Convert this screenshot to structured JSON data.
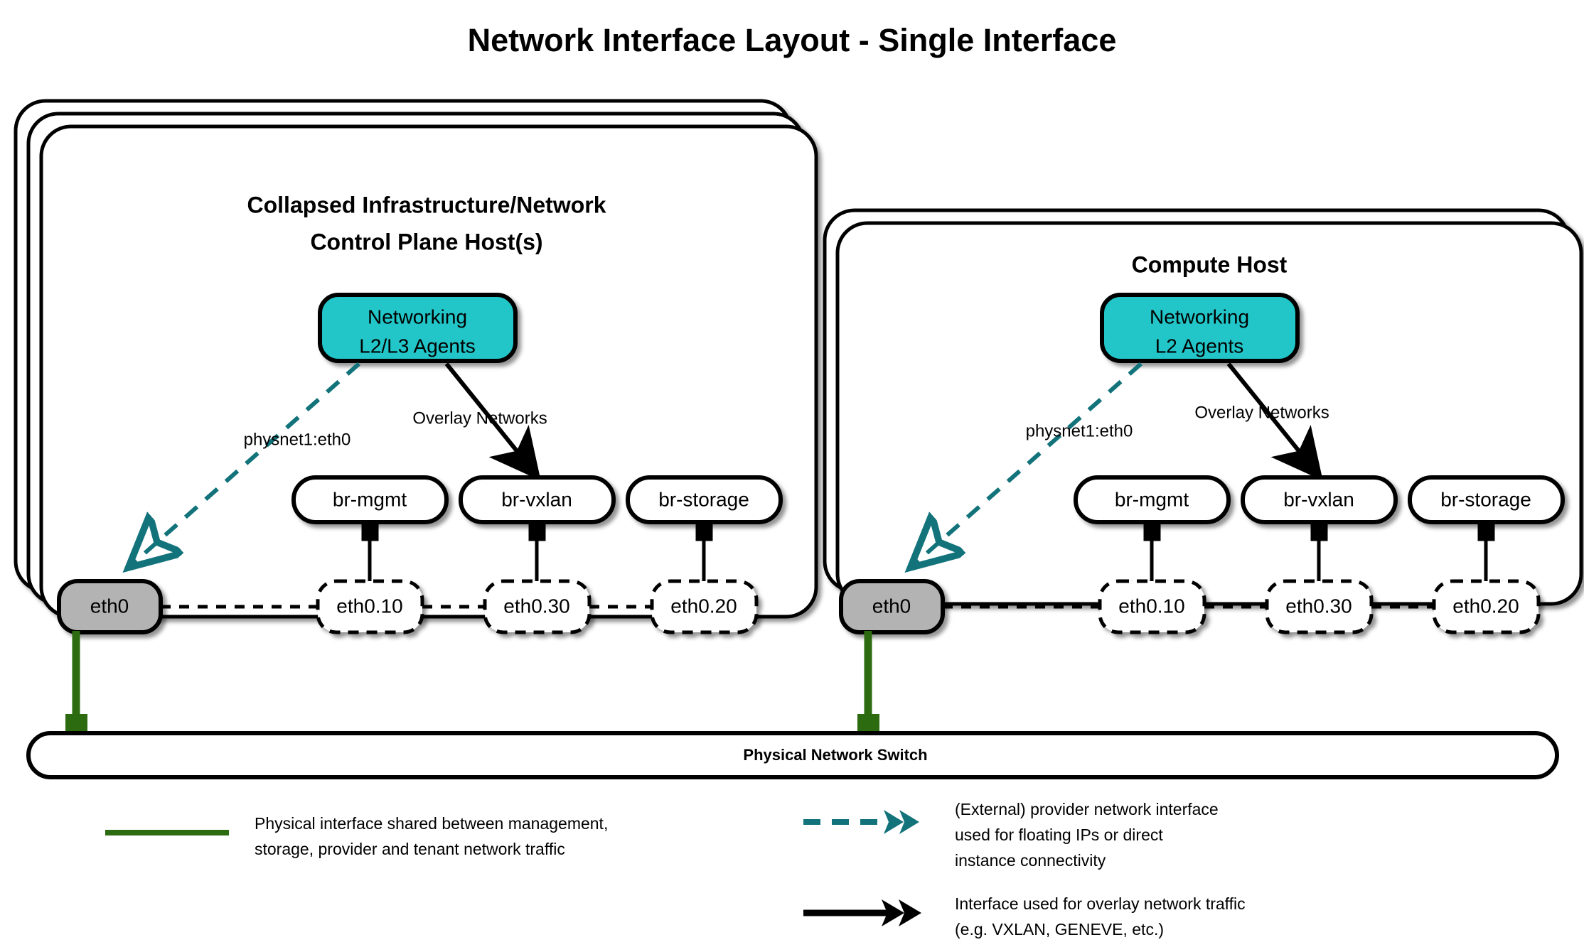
{
  "title": "Network Interface Layout - Single Interface",
  "colors": {
    "agent_fill": "#22c6c8",
    "provider_line": "#13737b",
    "physical_line": "#2d6b11",
    "nic_fill": "#b3b3b3",
    "stroke": "#000000",
    "background": "#ffffff"
  },
  "hosts": [
    {
      "id": "control-plane",
      "title_line1": "Collapsed Infrastructure/Network",
      "title_line2": "Control Plane Host(s)",
      "stack_count": 3,
      "agent": {
        "line1": "Networking",
        "line2": "L2/L3 Agents"
      },
      "provider_label": "physnet1:eth0",
      "overlay_label": "Overlay Networks",
      "nic": "eth0",
      "bridges": [
        "br-mgmt",
        "br-vxlan",
        "br-storage"
      ],
      "vlans": [
        "eth0.10",
        "eth0.30",
        "eth0.20"
      ]
    },
    {
      "id": "compute",
      "title_line1": "Compute Host",
      "title_line2": "",
      "stack_count": 2,
      "agent": {
        "line1": "Networking",
        "line2": "L2 Agents"
      },
      "provider_label": "physnet1:eth0",
      "overlay_label": "Overlay Networks",
      "nic": "eth0",
      "bridges": [
        "br-mgmt",
        "br-vxlan",
        "br-storage"
      ],
      "vlans": [
        "eth0.10",
        "eth0.30",
        "eth0.20"
      ]
    }
  ],
  "switch": {
    "label": "Physical Network Switch"
  },
  "legend": [
    {
      "id": "physical-interface",
      "swatch": "solid-green-line",
      "lines": [
        "Physical interface shared between management,",
        "storage, provider and tenant network traffic"
      ]
    },
    {
      "id": "provider-interface",
      "swatch": "dashed-teal-arrow",
      "lines": [
        "(External) provider network interface",
        "used for floating IPs or direct",
        "instance connectivity"
      ]
    },
    {
      "id": "overlay-interface",
      "swatch": "solid-black-arrow",
      "lines": [
        "Interface used for overlay network traffic",
        "(e.g. VXLAN, GENEVE, etc.)"
      ]
    }
  ]
}
